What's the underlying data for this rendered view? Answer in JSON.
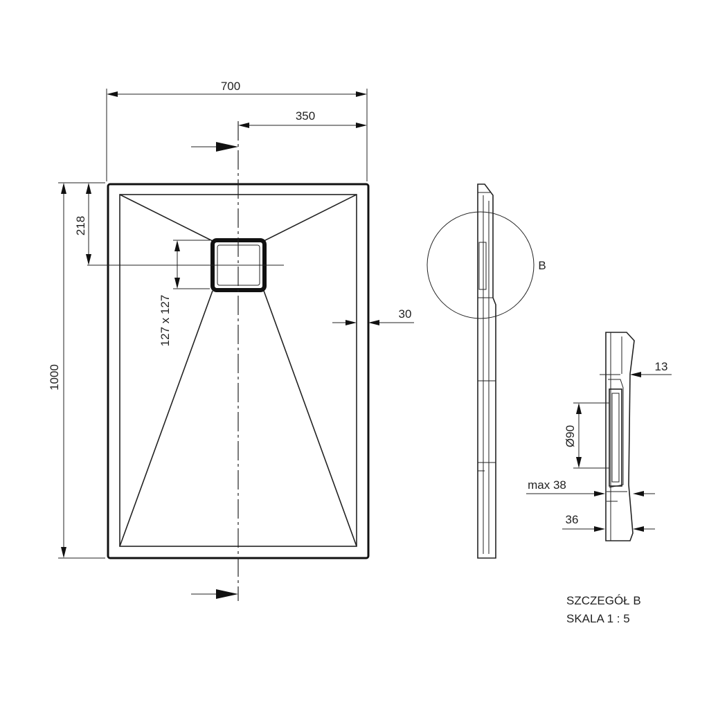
{
  "plan_view": {
    "width_total": "700",
    "width_half": "350",
    "length_total": "1000",
    "drain_offset": "218",
    "drain_size": "127 x 127",
    "rim_width": "30"
  },
  "side_view": {
    "detail_marker": "B"
  },
  "detail_b": {
    "rim_thickness": "13",
    "drain_diameter": "Ø90",
    "max_height": "max 38",
    "base_height": "36",
    "caption_line1": "SZCZEGÓŁ B",
    "caption_line2": "SKALA 1 : 5"
  }
}
